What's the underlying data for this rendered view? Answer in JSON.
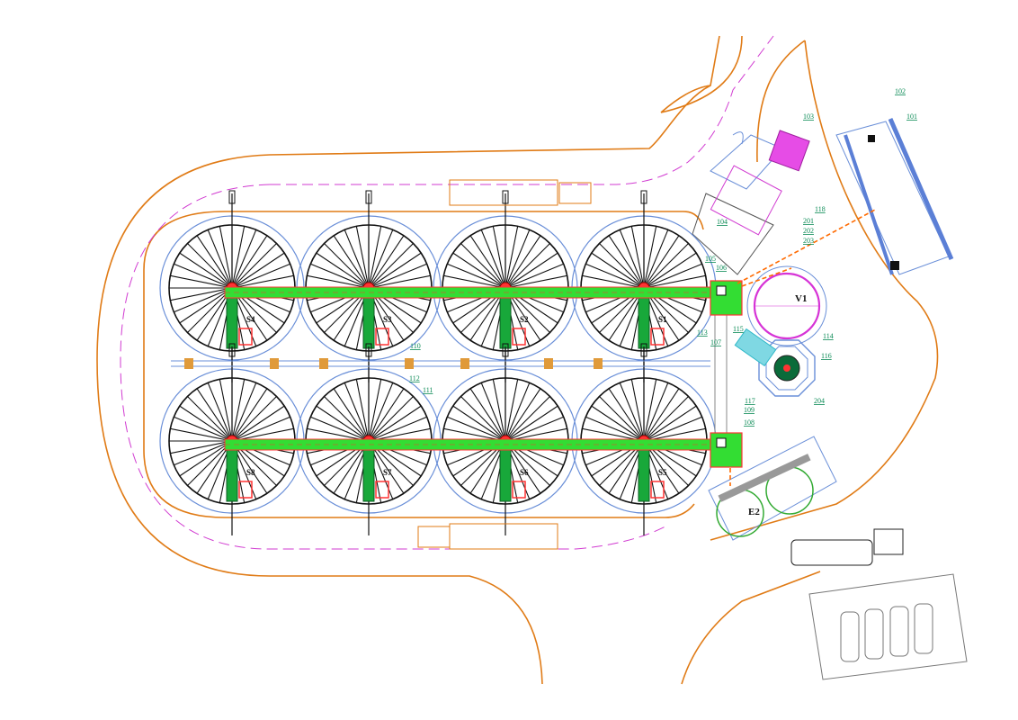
{
  "drawing": {
    "colors": {
      "road": "#e07b16",
      "road_center": "#d13bd1",
      "silo_ring": "#6a8fd8",
      "silo_lines": "#111111",
      "conveyor": "#33dd33",
      "conveyor_edge": "#ff3333",
      "pipe": "#ff6a00",
      "vessel_v1": "#d633d6",
      "cyan": "#2fb8c8",
      "blue_bar": "#5b7fd6",
      "label_green": "#0a8a55"
    },
    "silos": [
      {
        "label": "S4"
      },
      {
        "label": "S3"
      },
      {
        "label": "S2"
      },
      {
        "label": "S1"
      },
      {
        "label": "S8"
      },
      {
        "label": "S7"
      },
      {
        "label": "S6"
      },
      {
        "label": "S5"
      }
    ],
    "vessel_labels": {
      "v1": "V1",
      "e2": "E2"
    },
    "refs": [
      "101",
      "102",
      "103",
      "104",
      "105",
      "106",
      "107",
      "108",
      "109",
      "110",
      "111",
      "112",
      "113",
      "114",
      "115",
      "116",
      "117",
      "118",
      "201",
      "202",
      "203",
      "204"
    ]
  }
}
